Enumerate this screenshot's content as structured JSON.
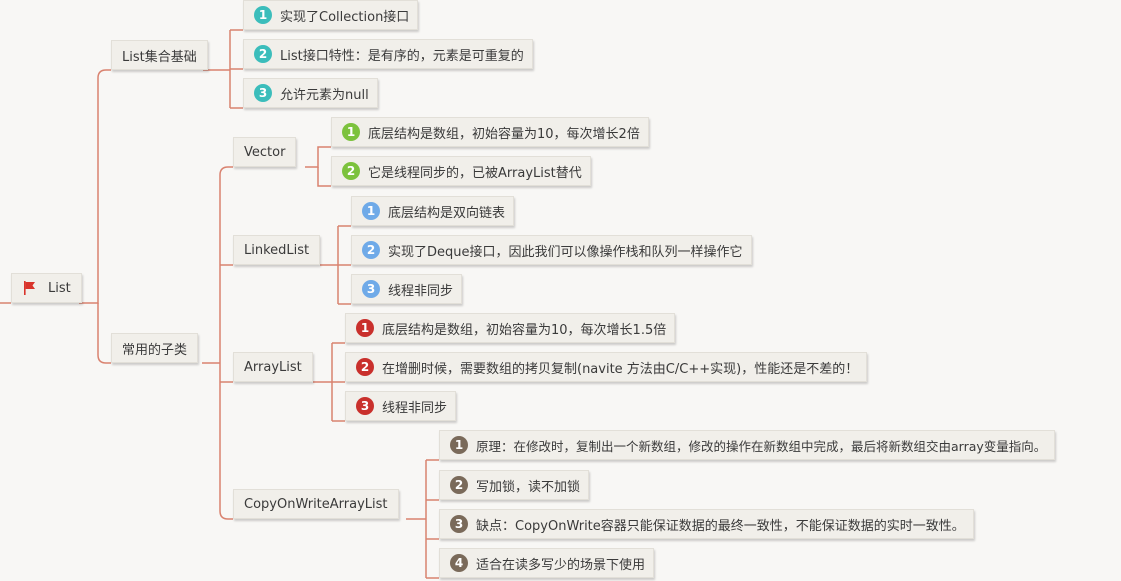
{
  "root": {
    "label": "List",
    "icon": "flag-icon"
  },
  "branches": [
    {
      "id": "base",
      "label": "List集合基础",
      "badge_color": "#3bbdbb",
      "items": [
        {
          "num": "1",
          "text": "实现了Collection接口"
        },
        {
          "num": "2",
          "text": "List接口特性：是有序的，元素是可重复的"
        },
        {
          "num": "3",
          "text": "允许元素为null"
        }
      ]
    },
    {
      "id": "subclasses",
      "label": "常用的子类",
      "children": [
        {
          "id": "vector",
          "label": "Vector",
          "badge_color": "#7cc23d",
          "items": [
            {
              "num": "1",
              "text": "底层结构是数组，初始容量为10，每次增长2倍"
            },
            {
              "num": "2",
              "text": "它是线程同步的，已被ArrayList替代"
            }
          ]
        },
        {
          "id": "linkedlist",
          "label": "LinkedList",
          "badge_color": "#6faae8",
          "items": [
            {
              "num": "1",
              "text": "底层结构是双向链表"
            },
            {
              "num": "2",
              "text": "实现了Deque接口，因此我们可以像操作栈和队列一样操作它"
            },
            {
              "num": "3",
              "text": "线程非同步"
            }
          ]
        },
        {
          "id": "arraylist",
          "label": "ArrayList",
          "badge_color": "#c9302c",
          "items": [
            {
              "num": "1",
              "text": "底层结构是数组，初始容量为10，每次增长1.5倍"
            },
            {
              "num": "2",
              "text": "在增删时候，需要数组的拷贝复制(navite 方法由C/C++实现)，性能还是不差的！"
            },
            {
              "num": "3",
              "text": "线程非同步"
            }
          ]
        },
        {
          "id": "cow",
          "label": "CopyOnWriteArrayList",
          "badge_color": "#7a6a5a",
          "items": [
            {
              "num": "1",
              "text": "原理：在修改时，复制出一个新数组，修改的操作在新数组中完成，最后将新数组交由array变量指向。"
            },
            {
              "num": "2",
              "text": "写加锁，读不加锁"
            },
            {
              "num": "3",
              "text": "缺点：CopyOnWrite容器只能保证数据的最终一致性，不能保证数据的实时一致性。"
            },
            {
              "num": "4",
              "text": "适合在读多写少的场景下使用"
            }
          ]
        }
      ]
    }
  ],
  "colors": {
    "line": "#d9826f",
    "flag": "#d9342b"
  }
}
